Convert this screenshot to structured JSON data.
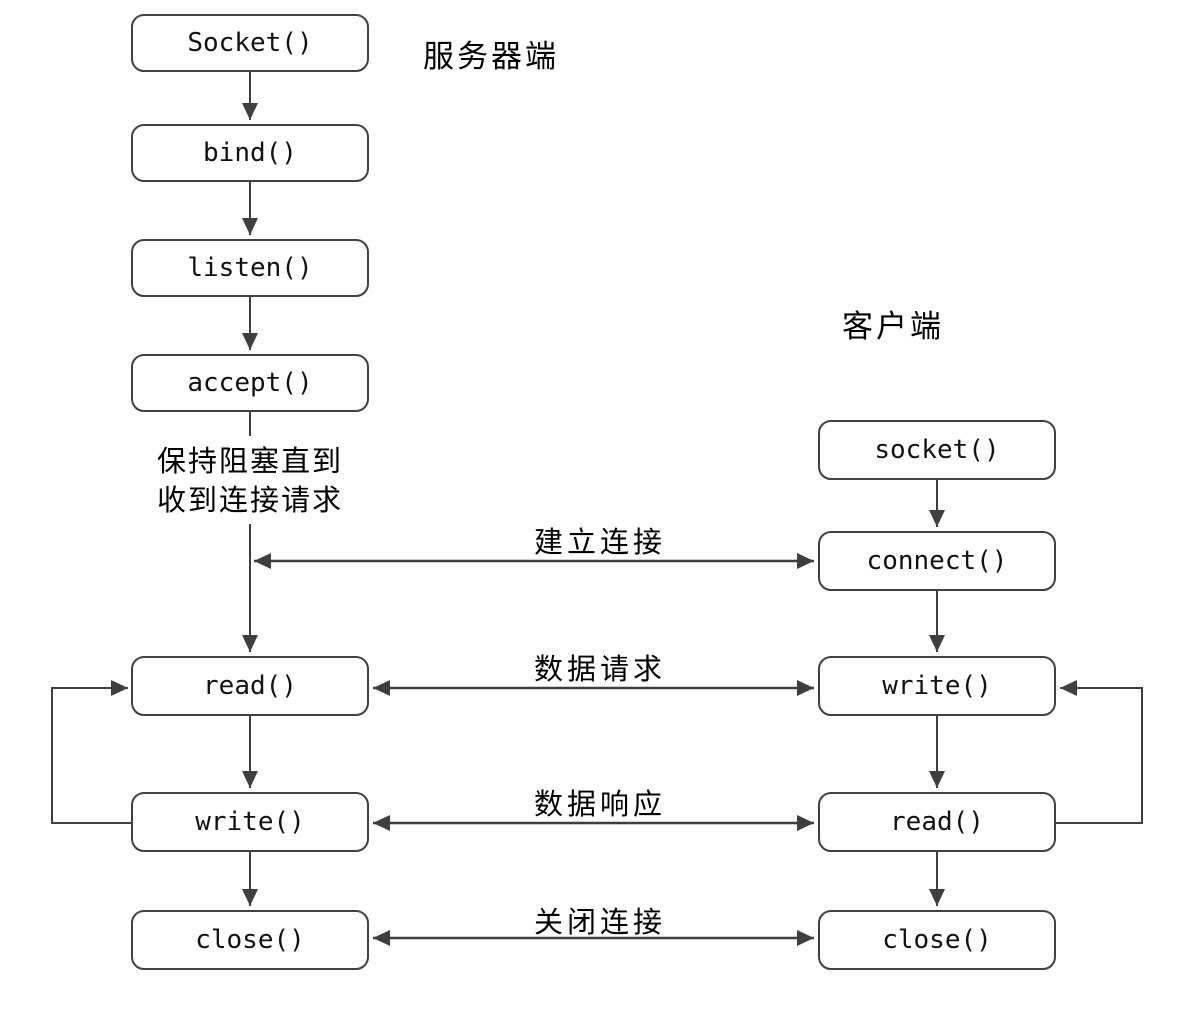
{
  "diagram": {
    "server": {
      "title": "服务器端",
      "nodes": [
        {
          "label": "Socket()"
        },
        {
          "label": "bind()"
        },
        {
          "label": "listen()"
        },
        {
          "label": "accept()"
        },
        {
          "label": "read()"
        },
        {
          "label": "write()"
        },
        {
          "label": "close()"
        }
      ],
      "blocking_note": {
        "line1": "保持阻塞直到",
        "line2": "收到连接请求"
      }
    },
    "client": {
      "title": "客户端",
      "nodes": [
        {
          "label": "socket()"
        },
        {
          "label": "connect()"
        },
        {
          "label": "write()"
        },
        {
          "label": "read()"
        },
        {
          "label": "close()"
        }
      ]
    },
    "edges": {
      "establish": "建立连接",
      "data_request": "数据请求",
      "data_response": "数据响应",
      "close_conn": "关闭连接"
    },
    "colors": {
      "line": "#3f3f3f",
      "box_border": "#414141",
      "box_fill": "#ffffff",
      "text": "#111111",
      "background": "#ffffff"
    }
  }
}
